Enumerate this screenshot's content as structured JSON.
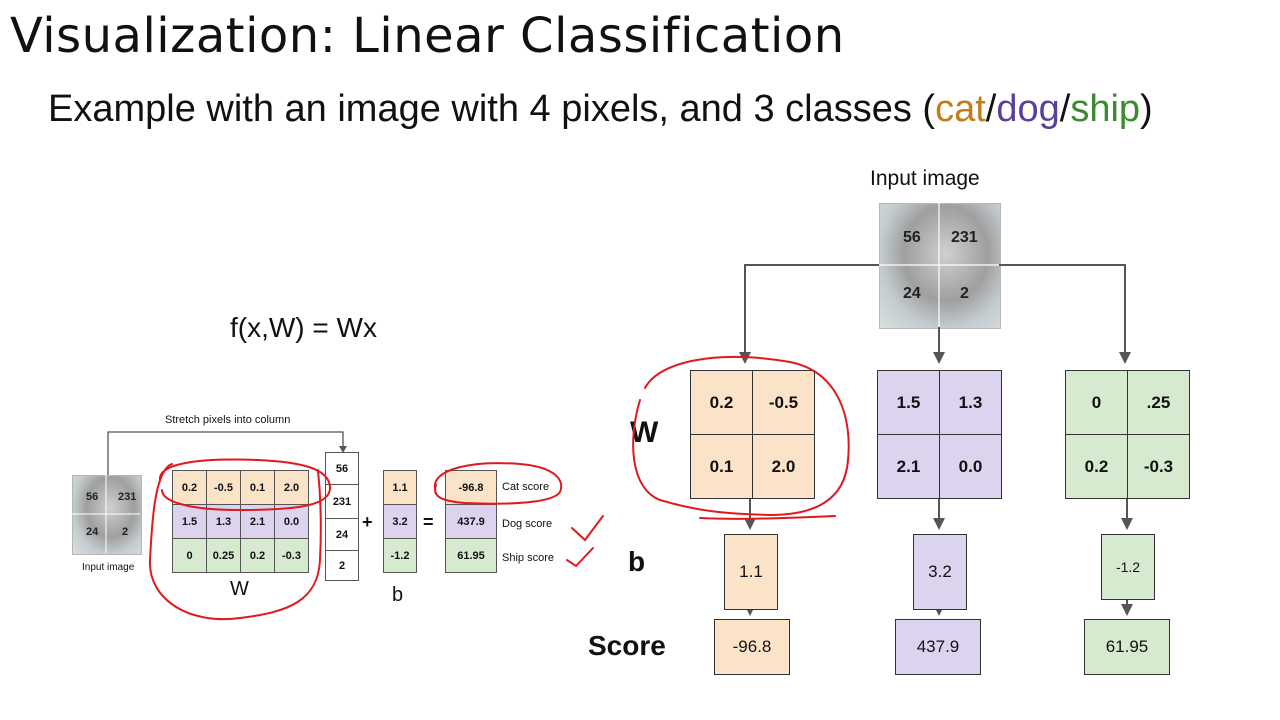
{
  "title": "Visualization: Linear Classification",
  "subtitle": {
    "prefix": "Example with an image with 4 pixels, and 3 classes (",
    "cat": "cat",
    "sep1": "/",
    "dog": "dog",
    "sep2": "/",
    "ship": "ship",
    "suffix": ")"
  },
  "formula": "f(x,W) = Wx",
  "left_diagram": {
    "stretch_label": "Stretch pixels into column",
    "input_label": "Input image",
    "pixels": [
      "56",
      "231",
      "24",
      "2"
    ],
    "W_label": "W",
    "b_label": "b",
    "plus": "+",
    "equals": "=",
    "W_rows": [
      [
        "0.2",
        "-0.5",
        "0.1",
        "2.0"
      ],
      [
        "1.5",
        "1.3",
        "2.1",
        "0.0"
      ],
      [
        "0",
        "0.25",
        "0.2",
        "-0.3"
      ]
    ],
    "x_column": [
      "56",
      "231",
      "24",
      "2"
    ],
    "b_column": [
      "1.1",
      "3.2",
      "-1.2"
    ],
    "scores": [
      "-96.8",
      "437.9",
      "61.95"
    ],
    "score_labels": [
      "Cat score",
      "Dog score",
      "Ship score"
    ]
  },
  "right_diagram": {
    "input_label": "Input image",
    "pixels": [
      "56",
      "231",
      "24",
      "2"
    ],
    "W_label": "W",
    "b_label": "b",
    "score_label": "Score",
    "W_cat": [
      "0.2",
      "-0.5",
      "0.1",
      "2.0"
    ],
    "W_dog": [
      "1.5",
      "1.3",
      "2.1",
      "0.0"
    ],
    "W_ship": [
      "0",
      ".25",
      "0.2",
      "-0.3"
    ],
    "b": [
      "1.1",
      "3.2",
      "-1.2"
    ],
    "scores": [
      "-96.8",
      "437.9",
      "61.95"
    ]
  },
  "colors": {
    "cat": "#fbe3c8",
    "dog": "#dcd3ee",
    "ship": "#d6ead0",
    "annotation": "#e0191f"
  }
}
